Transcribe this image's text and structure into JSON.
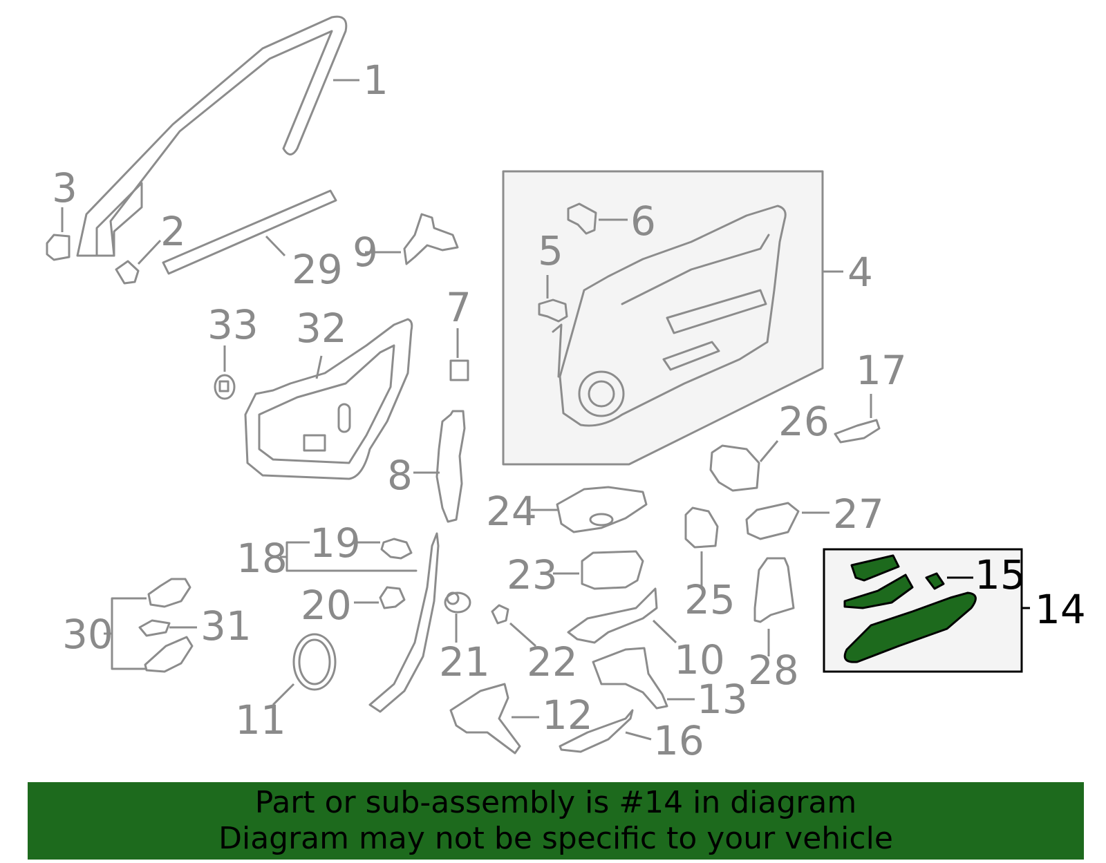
{
  "callouts": {
    "c1": "1",
    "c2": "2",
    "c3": "3",
    "c4": "4",
    "c5": "5",
    "c6": "6",
    "c7": "7",
    "c8": "8",
    "c9": "9",
    "c10": "10",
    "c11": "11",
    "c12": "12",
    "c13": "13",
    "c14": "14",
    "c15": "15",
    "c16": "16",
    "c17": "17",
    "c18": "18",
    "c19": "19",
    "c20": "20",
    "c21": "21",
    "c22": "22",
    "c23": "23",
    "c24": "24",
    "c25": "25",
    "c26": "26",
    "c27": "27",
    "c28": "28",
    "c29": "29",
    "c30": "30",
    "c31": "31",
    "c32": "32",
    "c33": "33"
  },
  "highlighted_part": "14",
  "banner": {
    "line1": "Part or sub-assembly is #14 in diagram",
    "line2": "Diagram may not be specific to your vehicle"
  },
  "colors": {
    "highlight": "#1d6a1d",
    "part_stroke": "#8c8c8c",
    "callout_text": "#8a8a8a",
    "banner_bg": "#1d6a1d"
  }
}
